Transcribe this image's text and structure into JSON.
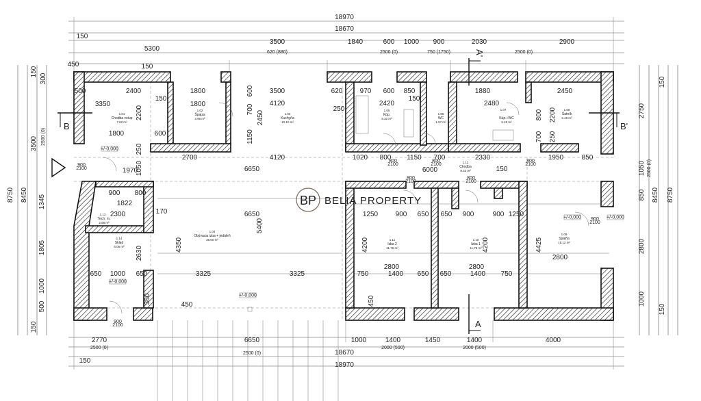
{
  "watermark": {
    "logo_letters": "BP",
    "name": "BELIA PROPERTY"
  },
  "dims_top": [
    "18970",
    "18670",
    "150",
    "3500",
    "1840",
    "600",
    "1000",
    "900",
    "2030",
    "2900",
    "5300",
    "620 (880)",
    "2500 (0)",
    "750 (1750)",
    "2500 (0)"
  ],
  "dims_bottom": [
    "2770",
    "2500 (0)",
    "6650",
    "1000",
    "1400",
    "1450",
    "1400",
    "4000",
    "2000 (500)",
    "2000 (500)",
    "2500 (0)",
    "150",
    "18670",
    "18970"
  ],
  "dims_left": [
    "150",
    "300",
    "3500",
    "2500 (0)",
    "8750",
    "8450",
    "1345",
    "1805",
    "1000",
    "500",
    "150"
  ],
  "dims_right": [
    "150",
    "2750",
    "1050",
    "2500 (0)",
    "8450",
    "8750",
    "850",
    "2800",
    "1000",
    "150"
  ],
  "dims_interior": [
    "450",
    "150",
    "500",
    "2400",
    "1800",
    "3350",
    "2200",
    "1800",
    "600",
    "250",
    "150",
    "1800",
    "700",
    "2450",
    "1150",
    "600",
    "3500",
    "620",
    "970",
    "600",
    "850",
    "1880",
    "2450",
    "4120",
    "250",
    "2420",
    "150",
    "2480",
    "800",
    "2200",
    "700",
    "250",
    "2700",
    "4120",
    "1020",
    "800",
    "1150",
    "700",
    "2330",
    "1950",
    "850",
    "1970",
    "6650",
    "1050",
    "6000",
    "150",
    "900",
    "900",
    "800",
    "1822",
    "2300",
    "6650",
    "1250",
    "900",
    "650",
    "650",
    "900",
    "1250",
    "170",
    "5400",
    "4350",
    "4200",
    "4200",
    "4425",
    "2800",
    "2800",
    "2800",
    "2630",
    "450",
    "650",
    "1000",
    "650",
    "3325",
    "3325",
    "750",
    "1400",
    "650",
    "650",
    "1400",
    "750",
    "300",
    "450"
  ],
  "section_labels": [
    "B",
    "B'",
    "A",
    "A'"
  ],
  "rooms": [
    {
      "num": "1.01",
      "name": "Chodba vstup",
      "area": "7.62 m²"
    },
    {
      "num": "1.02",
      "name": "Špajza",
      "area": "3.96 m²"
    },
    {
      "num": "1.03",
      "name": "Kuchyňa",
      "area": "10.10 m²"
    },
    {
      "num": "1.05",
      "name": "Kúp.",
      "area": "5.32 m²"
    },
    {
      "num": "1.06",
      "name": "WC",
      "area": "1.97 m²"
    },
    {
      "num": "1.07",
      "name": "Kúp.+WC",
      "area": "5.45 m²"
    },
    {
      "num": "1.08",
      "name": "Šatník",
      "area": "5.49 m²"
    },
    {
      "num": "1.12",
      "name": "Chodba",
      "area": "8.33 m²"
    },
    {
      "num": "1.13",
      "name": "Tech. m.",
      "area": "2.56 m²"
    },
    {
      "num": "1.14",
      "name": "Sklad",
      "area": "6.05 m²"
    },
    {
      "num": "1.04",
      "name": "Obývacia izba + jedáleň",
      "area": "36.00 m²"
    },
    {
      "num": "1.11",
      "name": "Izba 2",
      "area": "11.76 m²"
    },
    {
      "num": "1.10",
      "name": "Izba 1",
      "area": "11.76 m²"
    },
    {
      "num": "1.09",
      "name": "Spálňa",
      "area": "15.12 m²"
    }
  ],
  "level_marks": [
    "+/-0,000",
    "+/-0,000",
    "+/-0,000",
    "+/-0,000",
    "+/-0,000"
  ],
  "opening_marks": [
    "900",
    "2100",
    "800",
    "2100",
    "800",
    "2100",
    "800",
    "2100",
    "800",
    "2100",
    "800",
    "2100",
    "900",
    "2100",
    "900",
    "2100"
  ]
}
